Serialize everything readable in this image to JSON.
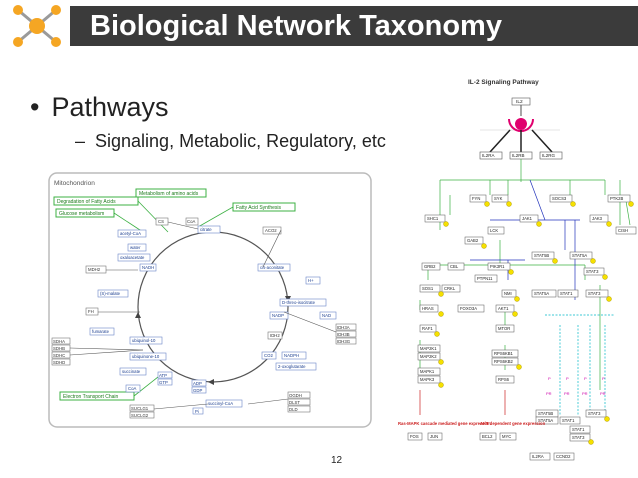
{
  "slide": {
    "title": "Biological Network Taxonomy",
    "bullet": "Pathways",
    "sub_bullet": "Signaling, Metabolic, Regulatory, etc",
    "page_number": "12"
  },
  "metabolic_diagram": {
    "compartment_label": "Mitochondrion",
    "green_boxes": [
      "Metabolism of amino acids",
      "Degradation of Fatty Acids",
      "Fatty Acid Synthesis",
      "Glucose metabolism",
      "Electron Transport Chain"
    ],
    "metabolites": [
      "acetyl-CoA",
      "citrate",
      "water",
      "oxaloacetate",
      "NADH",
      "cis-aconitate",
      "(S)-malate",
      "fumarate",
      "ubiquinol-10",
      "ubiquinone-10",
      "succinate",
      "CoA",
      "succinyl-CoA",
      "2-oxoglutarate",
      "D-threo-isocitrate",
      "NADP",
      "NADPH",
      "NAD",
      "CO2",
      "H+",
      "ATP",
      "GTP",
      "ADP",
      "GDP",
      "Pi"
    ],
    "enzymes": [
      "CS",
      "CoA",
      "ACO2",
      "MDH2",
      "FH",
      "SDHA",
      "SDHB",
      "SDHC",
      "SDHD",
      "IDH3A",
      "IDH3B",
      "IDH3G",
      "IDH2",
      "OGDH",
      "DLST",
      "DLD",
      "SUCLG1",
      "SUCLG2"
    ]
  },
  "signaling_diagram": {
    "title": "IL-2 Signaling Pathway",
    "ligand": "IL2",
    "receptors": [
      "IL2RA",
      "IL2RB",
      "IL2RG"
    ],
    "nodes": [
      "FYN",
      "SYK",
      "SOCS3",
      "PTK2B",
      "SHC1",
      "JAK1",
      "JAK3",
      "CISH",
      "LCK",
      "GAB2",
      "STAT5B",
      "STAT5A",
      "GRB2",
      "CBL",
      "PIK3R1",
      "STAT3",
      "PTPN11",
      "SOS1",
      "CRKL",
      "NMI",
      "STAT5A",
      "STAT1",
      "STAT3",
      "HRAS",
      "FOXO3A",
      "AKT1",
      "RAF1",
      "MTOR",
      "MAP2K1",
      "MAP2K2",
      "RPS6KB1",
      "RPS6KB2",
      "MAPK1",
      "MAPK3",
      "RPS6",
      "STAT5B",
      "STAT5A",
      "STAT1",
      "STAT3",
      "STAT1",
      "STAT3",
      "IL2RA",
      "CCND2"
    ],
    "captions": [
      "Ras-MAPK cascade mediated gene expression",
      "AKT dependent gene expression"
    ],
    "gene_labels": [
      "FOS",
      "JUN",
      "BCL2",
      "MYC"
    ],
    "phospho_marks": [
      "P",
      "PR",
      "P",
      "PR",
      "P",
      "PR",
      "P",
      "PR"
    ]
  }
}
